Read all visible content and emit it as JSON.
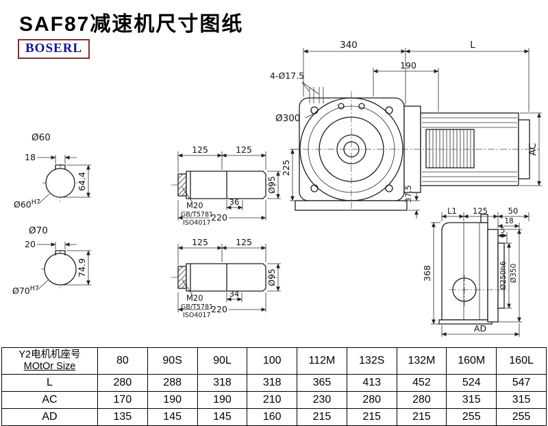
{
  "page": {
    "title": "SAF87减速机尺寸图纸",
    "brand": "BOSERL"
  },
  "drawing": {
    "shaft_end_1": {
      "dia": "Ø60",
      "key_width": "18",
      "total_height": "64.4",
      "bore": "Ø60",
      "bore_tol": "H7"
    },
    "shaft_end_2": {
      "dia": "Ø70",
      "key_width": "20",
      "total_height": "74.9",
      "bore": "Ø70",
      "bore_tol": "H7"
    },
    "shaft_long_1": {
      "seg_a": "125",
      "seg_b": "125",
      "thread": "M20",
      "std_1": "GB/T5781",
      "std_2": "ISO4017",
      "thread_len": "36",
      "total_len": "220",
      "dia": "Ø95"
    },
    "shaft_long_2": {
      "seg_a": "125",
      "seg_b": "125",
      "thread": "M20",
      "std_1": "GB/T5781",
      "std_2": "ISO4017",
      "thread_len": "34",
      "total_len": "220",
      "dia": "Ø95"
    },
    "front_view": {
      "housing_width": "340",
      "motor_length": "L",
      "mount_holes": "4-Ø17.5",
      "flange_offset": "190",
      "flange_dia": "Ø300",
      "center_height": "225",
      "base_height": "37.5",
      "motor_height": "AC"
    },
    "side_view": {
      "l1": "L1",
      "adapter": "125",
      "d50": "50",
      "d18": "18",
      "d5": "5",
      "height": "368",
      "spigot_dia": "Ø250h6",
      "flange_dia": "Ø350",
      "width": "AD"
    }
  },
  "table": {
    "header": {
      "line1": "Y2电机机座号",
      "line2": "MOtOr Size"
    },
    "columns": [
      "80",
      "90S",
      "90L",
      "100",
      "112M",
      "132S",
      "132M",
      "160M",
      "160L"
    ],
    "rows": [
      {
        "label": "L",
        "values": [
          "280",
          "288",
          "318",
          "318",
          "365",
          "413",
          "452",
          "524",
          "547"
        ]
      },
      {
        "label": "AC",
        "values": [
          "170",
          "190",
          "190",
          "210",
          "230",
          "280",
          "280",
          "315",
          "315"
        ]
      },
      {
        "label": "AD",
        "values": [
          "135",
          "145",
          "145",
          "160",
          "215",
          "215",
          "215",
          "255",
          "255"
        ]
      }
    ]
  }
}
